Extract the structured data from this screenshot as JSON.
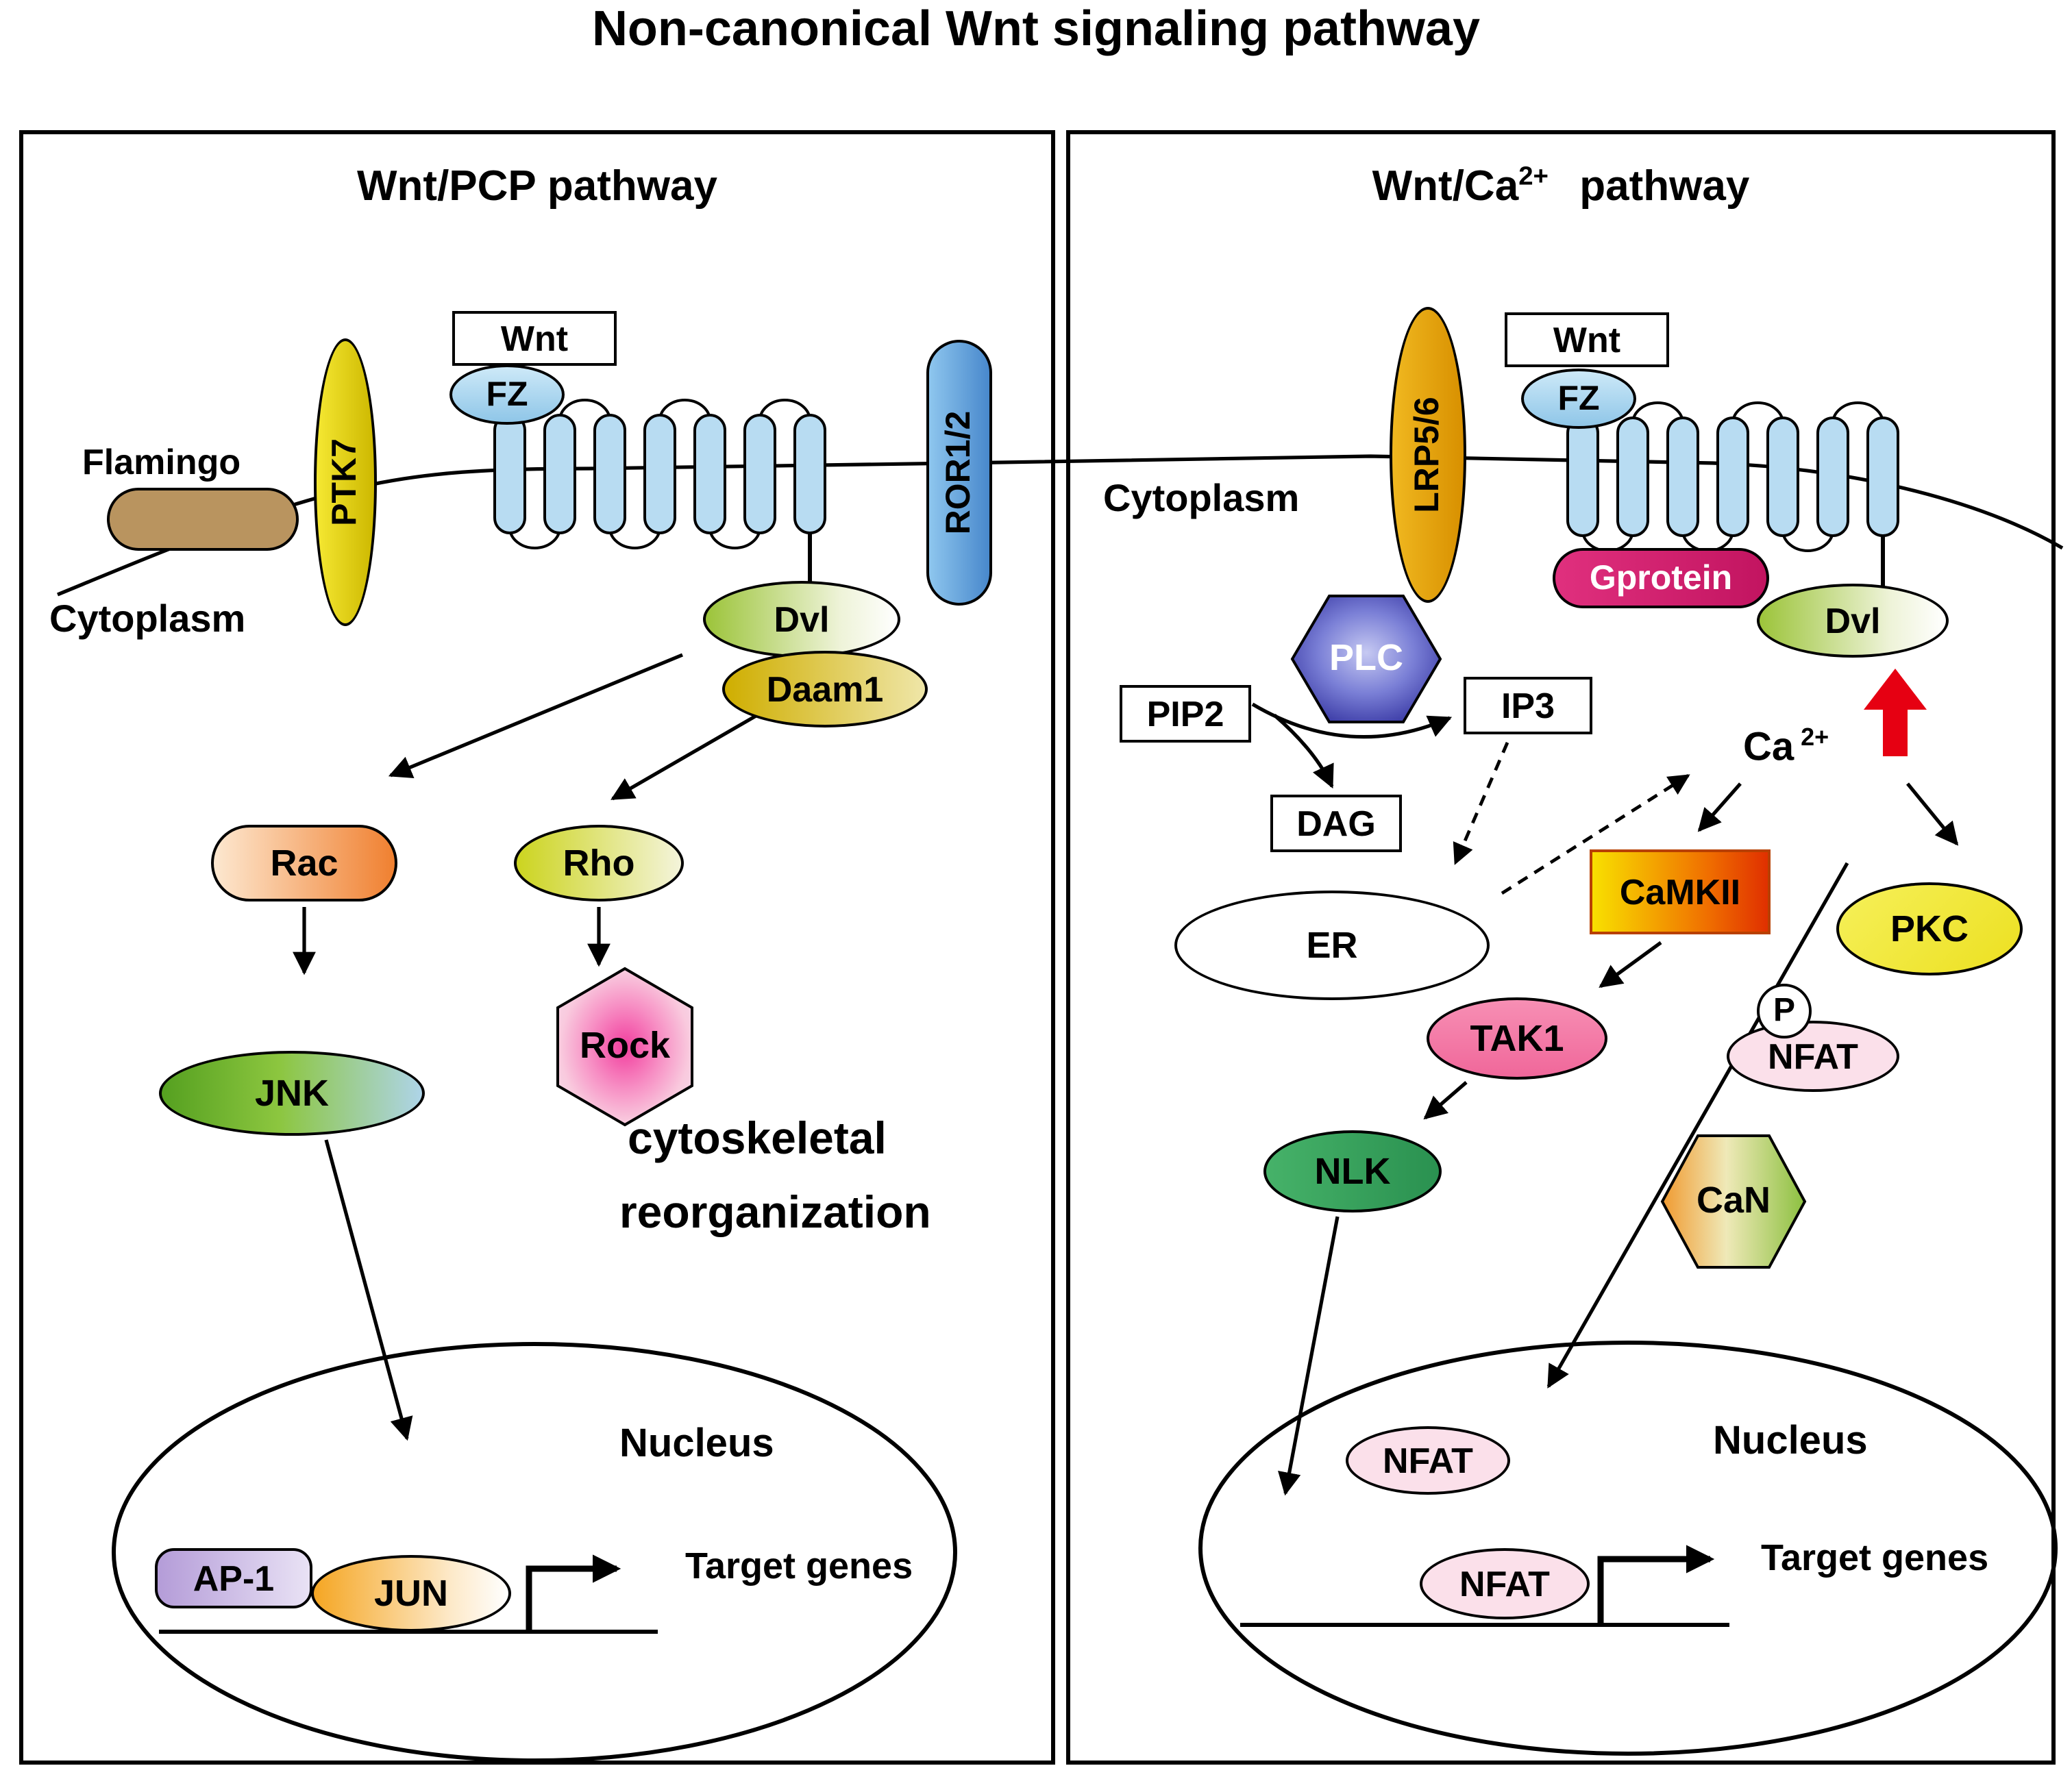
{
  "title": "Non-canonical Wnt signaling pathway",
  "colors": {
    "red_arrow": "#e60012",
    "membrane": "#000000",
    "receptor_blue": "#b8dcf2",
    "gprotein_pink": "#d6246e",
    "camkii_gradient_left": "#f8e000",
    "camkii_gradient_right": "#e03000"
  },
  "left": {
    "title": "Wnt/PCP pathway",
    "flamingo": "Flamingo",
    "ptk7": "PTK7",
    "wnt": "Wnt",
    "fz": "FZ",
    "ror": "ROR1/2",
    "cytoplasm": "Cytoplasm",
    "dvl": "Dvl",
    "daam1": "Daam1",
    "rac": "Rac",
    "rho": "Rho",
    "jnk": "JNK",
    "rock": "Rock",
    "cytoskeletal_line1": "cytoskeletal",
    "cytoskeletal_line2": "reorganization",
    "nucleus": "Nucleus",
    "ap1": "AP-1",
    "jun": "JUN",
    "target_genes": "Target genes"
  },
  "right": {
    "title_base": "Wnt/Ca",
    "title_sup": "2+",
    "title_rest": "pathway",
    "cytoplasm": "Cytoplasm",
    "lrp": "LRP5/6",
    "wnt": "Wnt",
    "fz": "FZ",
    "gprotein": "Gprotein",
    "dvl": "Dvl",
    "plc": "PLC",
    "pip2": "PIP2",
    "ip3": "IP3",
    "dag": "DAG",
    "ca_base": "Ca",
    "ca_sup": "2+",
    "er": "ER",
    "camkii": "CaMKII",
    "pkc": "PKC",
    "tak1": "TAK1",
    "nlk": "NLK",
    "p": "P",
    "nfat": "NFAT",
    "can": "CaN",
    "nucleus": "Nucleus",
    "nfat_nuc1": "NFAT",
    "nfat_nuc2": "NFAT",
    "target_genes": "Target genes"
  }
}
